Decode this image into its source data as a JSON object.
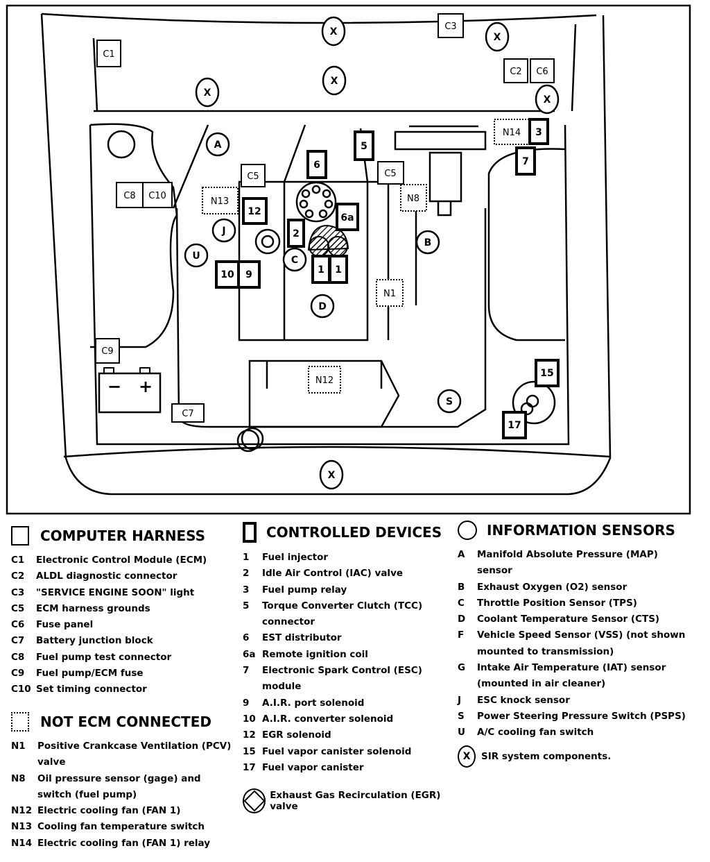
{
  "engine_bay": {
    "components": {
      "c1": "C1",
      "c2": "C2",
      "c3": "C3",
      "c5_left": "C5",
      "c5_right": "C5",
      "c6": "C6",
      "c7": "C7",
      "c8": "C8",
      "c9": "C9",
      "c10": "C10",
      "n1": "N1",
      "n8": "N8",
      "n12": "N12",
      "n13": "N13",
      "n14": "N14",
      "d1a": "1",
      "d1b": "1",
      "d2": "2",
      "d3": "3",
      "d5": "5",
      "d6": "6",
      "d6a": "6a",
      "d7": "7",
      "d9": "9",
      "d10": "10",
      "d12": "12",
      "d15": "15",
      "d17": "17",
      "sa": "A",
      "sb": "B",
      "sc": "C",
      "sd": "D",
      "sj": "J",
      "ss": "S",
      "su": "U",
      "x_top": "X",
      "x_upper": "X",
      "x_left": "X",
      "x_right_top": "X",
      "x_right": "X",
      "x_bottom": "X"
    },
    "battery": {
      "minus": "−",
      "plus": "+"
    }
  },
  "legend": {
    "computer_harness": {
      "title": "COMPUTER HARNESS",
      "items": [
        {
          "code": "C1",
          "desc": "Electronic Control Module (ECM)"
        },
        {
          "code": "C2",
          "desc": "ALDL diagnostic connector"
        },
        {
          "code": "C3",
          "desc": "\"SERVICE ENGINE SOON\" light"
        },
        {
          "code": "C5",
          "desc": "ECM harness grounds"
        },
        {
          "code": "C6",
          "desc": "Fuse panel"
        },
        {
          "code": "C7",
          "desc": "Battery junction block"
        },
        {
          "code": "C8",
          "desc": "Fuel pump test connector"
        },
        {
          "code": "C9",
          "desc": "Fuel pump/ECM fuse"
        },
        {
          "code": "C10",
          "desc": "Set timing connector"
        }
      ]
    },
    "not_ecm_connected": {
      "title": "NOT ECM CONNECTED",
      "items": [
        {
          "code": "N1",
          "desc": "Positive Crankcase Ventilation (PCV) valve"
        },
        {
          "code": "N8",
          "desc": "Oil pressure sensor (gage) and switch (fuel pump)"
        },
        {
          "code": "N12",
          "desc": "Electric cooling fan (FAN 1)"
        },
        {
          "code": "N13",
          "desc": "Cooling fan temperature switch"
        },
        {
          "code": "N14",
          "desc": "Electric cooling fan (FAN 1) relay"
        }
      ]
    },
    "controlled_devices": {
      "title": "CONTROLLED DEVICES",
      "items": [
        {
          "code": "1",
          "desc": "Fuel injector"
        },
        {
          "code": "2",
          "desc": "Idle Air Control (IAC) valve"
        },
        {
          "code": "3",
          "desc": "Fuel pump relay"
        },
        {
          "code": "5",
          "desc": "Torque Converter Clutch (TCC) connector"
        },
        {
          "code": "6",
          "desc": "EST distributor"
        },
        {
          "code": "6a",
          "desc": "Remote ignition coil"
        },
        {
          "code": "7",
          "desc": "Electronic Spark Control (ESC) module"
        },
        {
          "code": "9",
          "desc": "A.I.R. port solenoid"
        },
        {
          "code": "10",
          "desc": "A.I.R. converter solenoid"
        },
        {
          "code": "12",
          "desc": "EGR solenoid"
        },
        {
          "code": "15",
          "desc": "Fuel vapor canister solenoid"
        },
        {
          "code": "17",
          "desc": "Fuel vapor canister"
        }
      ],
      "egr_note": "Exhaust Gas Recirculation (EGR) valve"
    },
    "information_sensors": {
      "title": "INFORMATION SENSORS",
      "items": [
        {
          "code": "A",
          "desc": "Manifold Absolute Pressure (MAP) sensor"
        },
        {
          "code": "B",
          "desc": "Exhaust Oxygen (O2) sensor"
        },
        {
          "code": "C",
          "desc": "Throttle Position Sensor (TPS)"
        },
        {
          "code": "D",
          "desc": "Coolant Temperature Sensor (CTS)"
        },
        {
          "code": "F",
          "desc": "Vehicle Speed Sensor (VSS) (not shown mounted to transmission)"
        },
        {
          "code": "G",
          "desc": "Intake Air Temperature (IAT) sensor (mounted in air cleaner)"
        },
        {
          "code": "J",
          "desc": "ESC knock sensor"
        },
        {
          "code": "S",
          "desc": "Power Steering Pressure Switch (PSPS)"
        },
        {
          "code": "U",
          "desc": "A/C cooling fan switch"
        }
      ],
      "x_symbol": "X",
      "x_note": "SIR system components."
    }
  }
}
